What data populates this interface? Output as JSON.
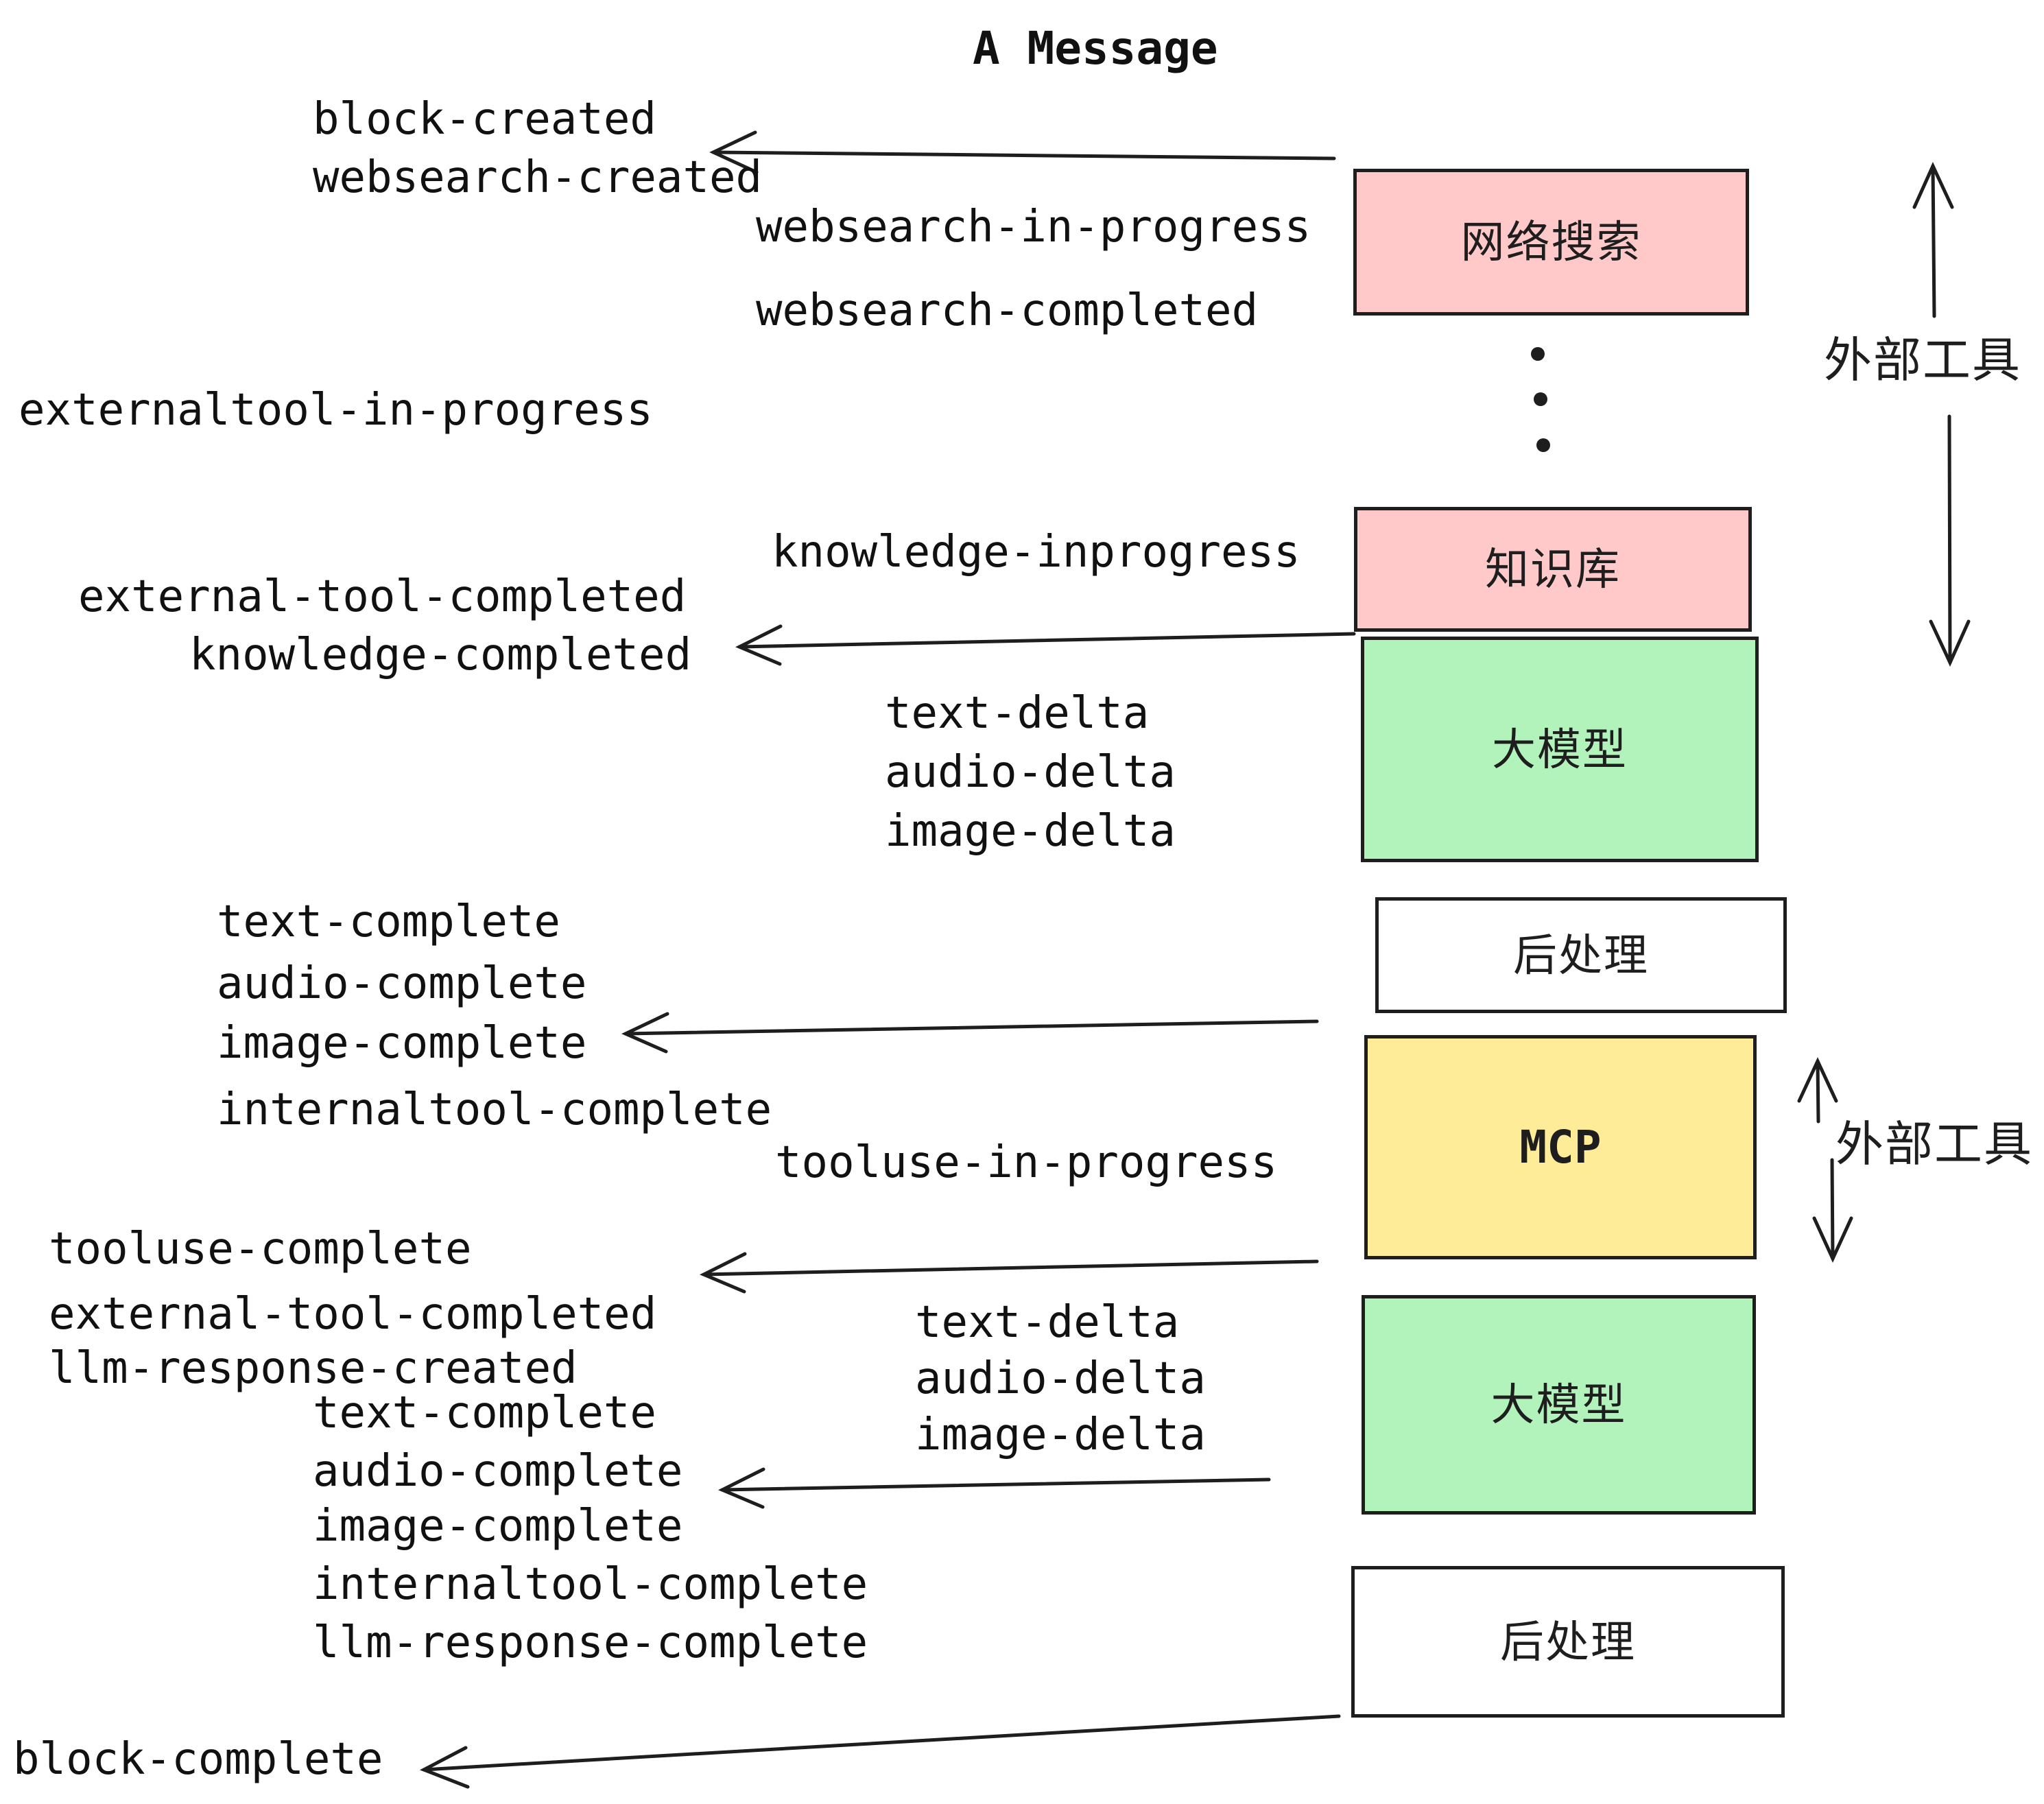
{
  "title": "A Message",
  "colors": {
    "background": "#ffffff",
    "stroke": "#1e1e1e",
    "pink": "#ffc9c9",
    "green": "#b2f2bb",
    "yellow": "#ffec99",
    "white": "#ffffff"
  },
  "boxes": [
    {
      "id": "websearch",
      "label": "网络搜索",
      "fill": "pink"
    },
    {
      "id": "knowledge",
      "label": "知识库",
      "fill": "pink"
    },
    {
      "id": "llm-1",
      "label": "大模型",
      "fill": "green"
    },
    {
      "id": "postprocess-1",
      "label": "后处理",
      "fill": "white"
    },
    {
      "id": "mcp",
      "label": "MCP",
      "fill": "yellow"
    },
    {
      "id": "llm-2",
      "label": "大模型",
      "fill": "green"
    },
    {
      "id": "postprocess-2",
      "label": "后处理",
      "fill": "white"
    }
  ],
  "side_labels": {
    "external_tool_top": "外部工具",
    "external_tool_bottom": "外部工具"
  },
  "events": {
    "block_created": "block-created",
    "websearch_created": "websearch-created",
    "websearch_in_progress": "websearch-in-progress",
    "websearch_completed": "websearch-completed",
    "externaltool_in_progress": "externaltool-in-progress",
    "knowledge_inprogress": "knowledge-inprogress",
    "external_tool_completed_1": "external-tool-completed",
    "knowledge_completed": "knowledge-completed",
    "text_delta_1": "text-delta",
    "audio_delta_1": "audio-delta",
    "image_delta_1": "image-delta",
    "text_complete_1": "text-complete",
    "audio_complete_1": "audio-complete",
    "image_complete_1": "image-complete",
    "internaltool_complete_1": "internaltool-complete",
    "tooluse_in_progress": "tooluse-in-progress",
    "tooluse_complete": "tooluse-complete",
    "external_tool_completed_2": "external-tool-completed",
    "llm_response_created": "llm-response-created",
    "text_delta_2": "text-delta",
    "audio_delta_2": "audio-delta",
    "image_delta_2": "image-delta",
    "text_complete_2": "text-complete",
    "audio_complete_2": "audio-complete",
    "image_complete_2": "image-complete",
    "internaltool_complete_2": "internaltool-complete",
    "llm_response_complete": "llm-response-complete",
    "block_complete": "block-complete"
  }
}
